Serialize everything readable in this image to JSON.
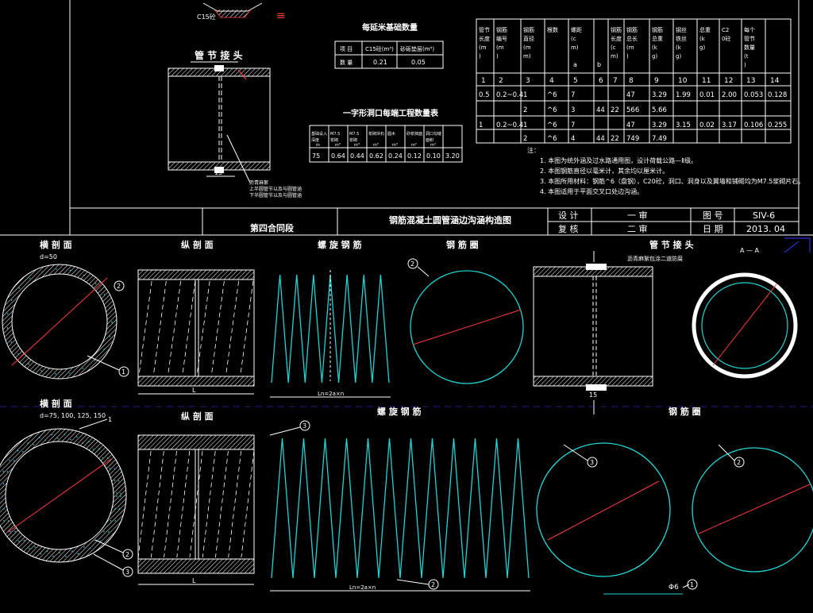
{
  "sheet": {
    "contract": "第四合同段",
    "drawing_title": "钢筋混凝土圆管涵边沟涵构造图",
    "sign_design": "设 计",
    "sign_review": "复 核",
    "sign_first": "一 审",
    "sign_second": "二 审",
    "label_drawing_no": "图 号",
    "label_date": "日 期",
    "drawing_no": "SIV-6",
    "date": "2013. 04"
  },
  "upper": {
    "joint_title": "管 节 接 头",
    "joint_dim": "15",
    "joint_note1": "沥青麻絮",
    "joint_note2": "上半圆管节以及与圆管涵",
    "joint_note3": "下半圆管节以及与圆管涵",
    "c15_label": "C15砼",
    "base_table": {
      "title": "每延米基础数量",
      "headers": [
        "项 目",
        "C15砼(m³)",
        "砂砾垫层(m³)"
      ],
      "row": [
        "数 量",
        "0.21",
        "0.05"
      ]
    },
    "mouth_table": {
      "title": "一字形洞口每端工程数量表",
      "headers": [
        "基础设入深度",
        "M7.5浆砌",
        "M7.5浆砌",
        "浆砌块石",
        "圆木",
        "砂浆抹面",
        "洞口勾缝面积"
      ],
      "units": [
        "m",
        "m³",
        "m³",
        "m³",
        "m³",
        "m²",
        "m²"
      ],
      "row": [
        "75",
        "0.64",
        "0.44",
        "0.62",
        "0.24",
        "0.12",
        "0.10",
        "3.20"
      ]
    },
    "rebar_table": {
      "headers": [
        "管节长度(m)",
        "钢筋编号(m)",
        "钢筋直径(mm)",
        "根数",
        "螺距(cm)",
        "",
        "钢筋长度(cm)",
        "钢筋总长(m)",
        "钢筋总重(kg)",
        "钢丝铁丝(kg)",
        "总重(kg)",
        "C20砼",
        "每个管节数量(t)"
      ],
      "sub": [
        "a",
        "b"
      ],
      "numbers": [
        "1",
        "2",
        "3",
        "4",
        "5",
        "6",
        "7",
        "8",
        "9",
        "10",
        "11",
        "12",
        "13",
        "14"
      ],
      "rows": [
        [
          "0.5",
          "0.2~0.4",
          "1",
          "^6",
          "7",
          "",
          "",
          "47",
          "3.29",
          "1.99",
          "0.01",
          "2.00",
          "0.053",
          "0.128"
        ],
        [
          "",
          "",
          "2",
          "^6",
          "3",
          "44",
          "22",
          "566",
          "5.66",
          "",
          "",
          "",
          "",
          ""
        ],
        [
          "1",
          "0.2~0.4",
          "1",
          "^6",
          "7",
          "",
          "",
          "47",
          "3.29",
          "3.15",
          "0.02",
          "3.17",
          "0.106",
          "0.255"
        ],
        [
          "",
          "",
          "2",
          "^6",
          "4",
          "44",
          "22",
          "749",
          "7.49",
          "",
          "",
          "",
          "",
          ""
        ]
      ]
    },
    "notes": [
      "注：",
      "1. 本图为统外涵及过水路通用图，设计荷载公路—Ⅱ级。",
      "2. 本图钢筋直径以毫米计，其余均以厘米计。",
      "3. 本图所用材料：钢筋^6（盘钢），C20砼，洞口、洞身以及翼墙和铺砌均为M7.5浆砌片石。",
      "4. 本图适用于平面交叉口处边沟涵。"
    ]
  },
  "lower": {
    "cross1_title": "横 剖 面",
    "cross1_sub": "d=50",
    "long1_title": "纵 剖 面",
    "spiral1_title": "螺 旋 钢 筋",
    "ring1_title": "钢 筋 圈",
    "joint2_title": "管 节 接 头",
    "joint2_note": "沥青麻絮包涂二道防腐",
    "section_a": "A — A",
    "cross2_title": "横 剖 面",
    "cross2_sub": "d=75, 100, 125, 150",
    "long2_title": "纵 剖 面",
    "spiral2_title": "螺 旋 钢 筋",
    "ring2_title": "钢 筋 圈",
    "phi_label": "Φ6",
    "callouts": [
      "1",
      "2",
      "3"
    ],
    "dim_15": "15",
    "dim_L": "L",
    "dim_Ln": "Ln=2a×n"
  },
  "colors": {
    "background": "#000000",
    "lines": "#ffffff",
    "rebar": "#22d3d3",
    "dimension": "#ff3b3b",
    "frame_blue": "#3a3aff"
  }
}
